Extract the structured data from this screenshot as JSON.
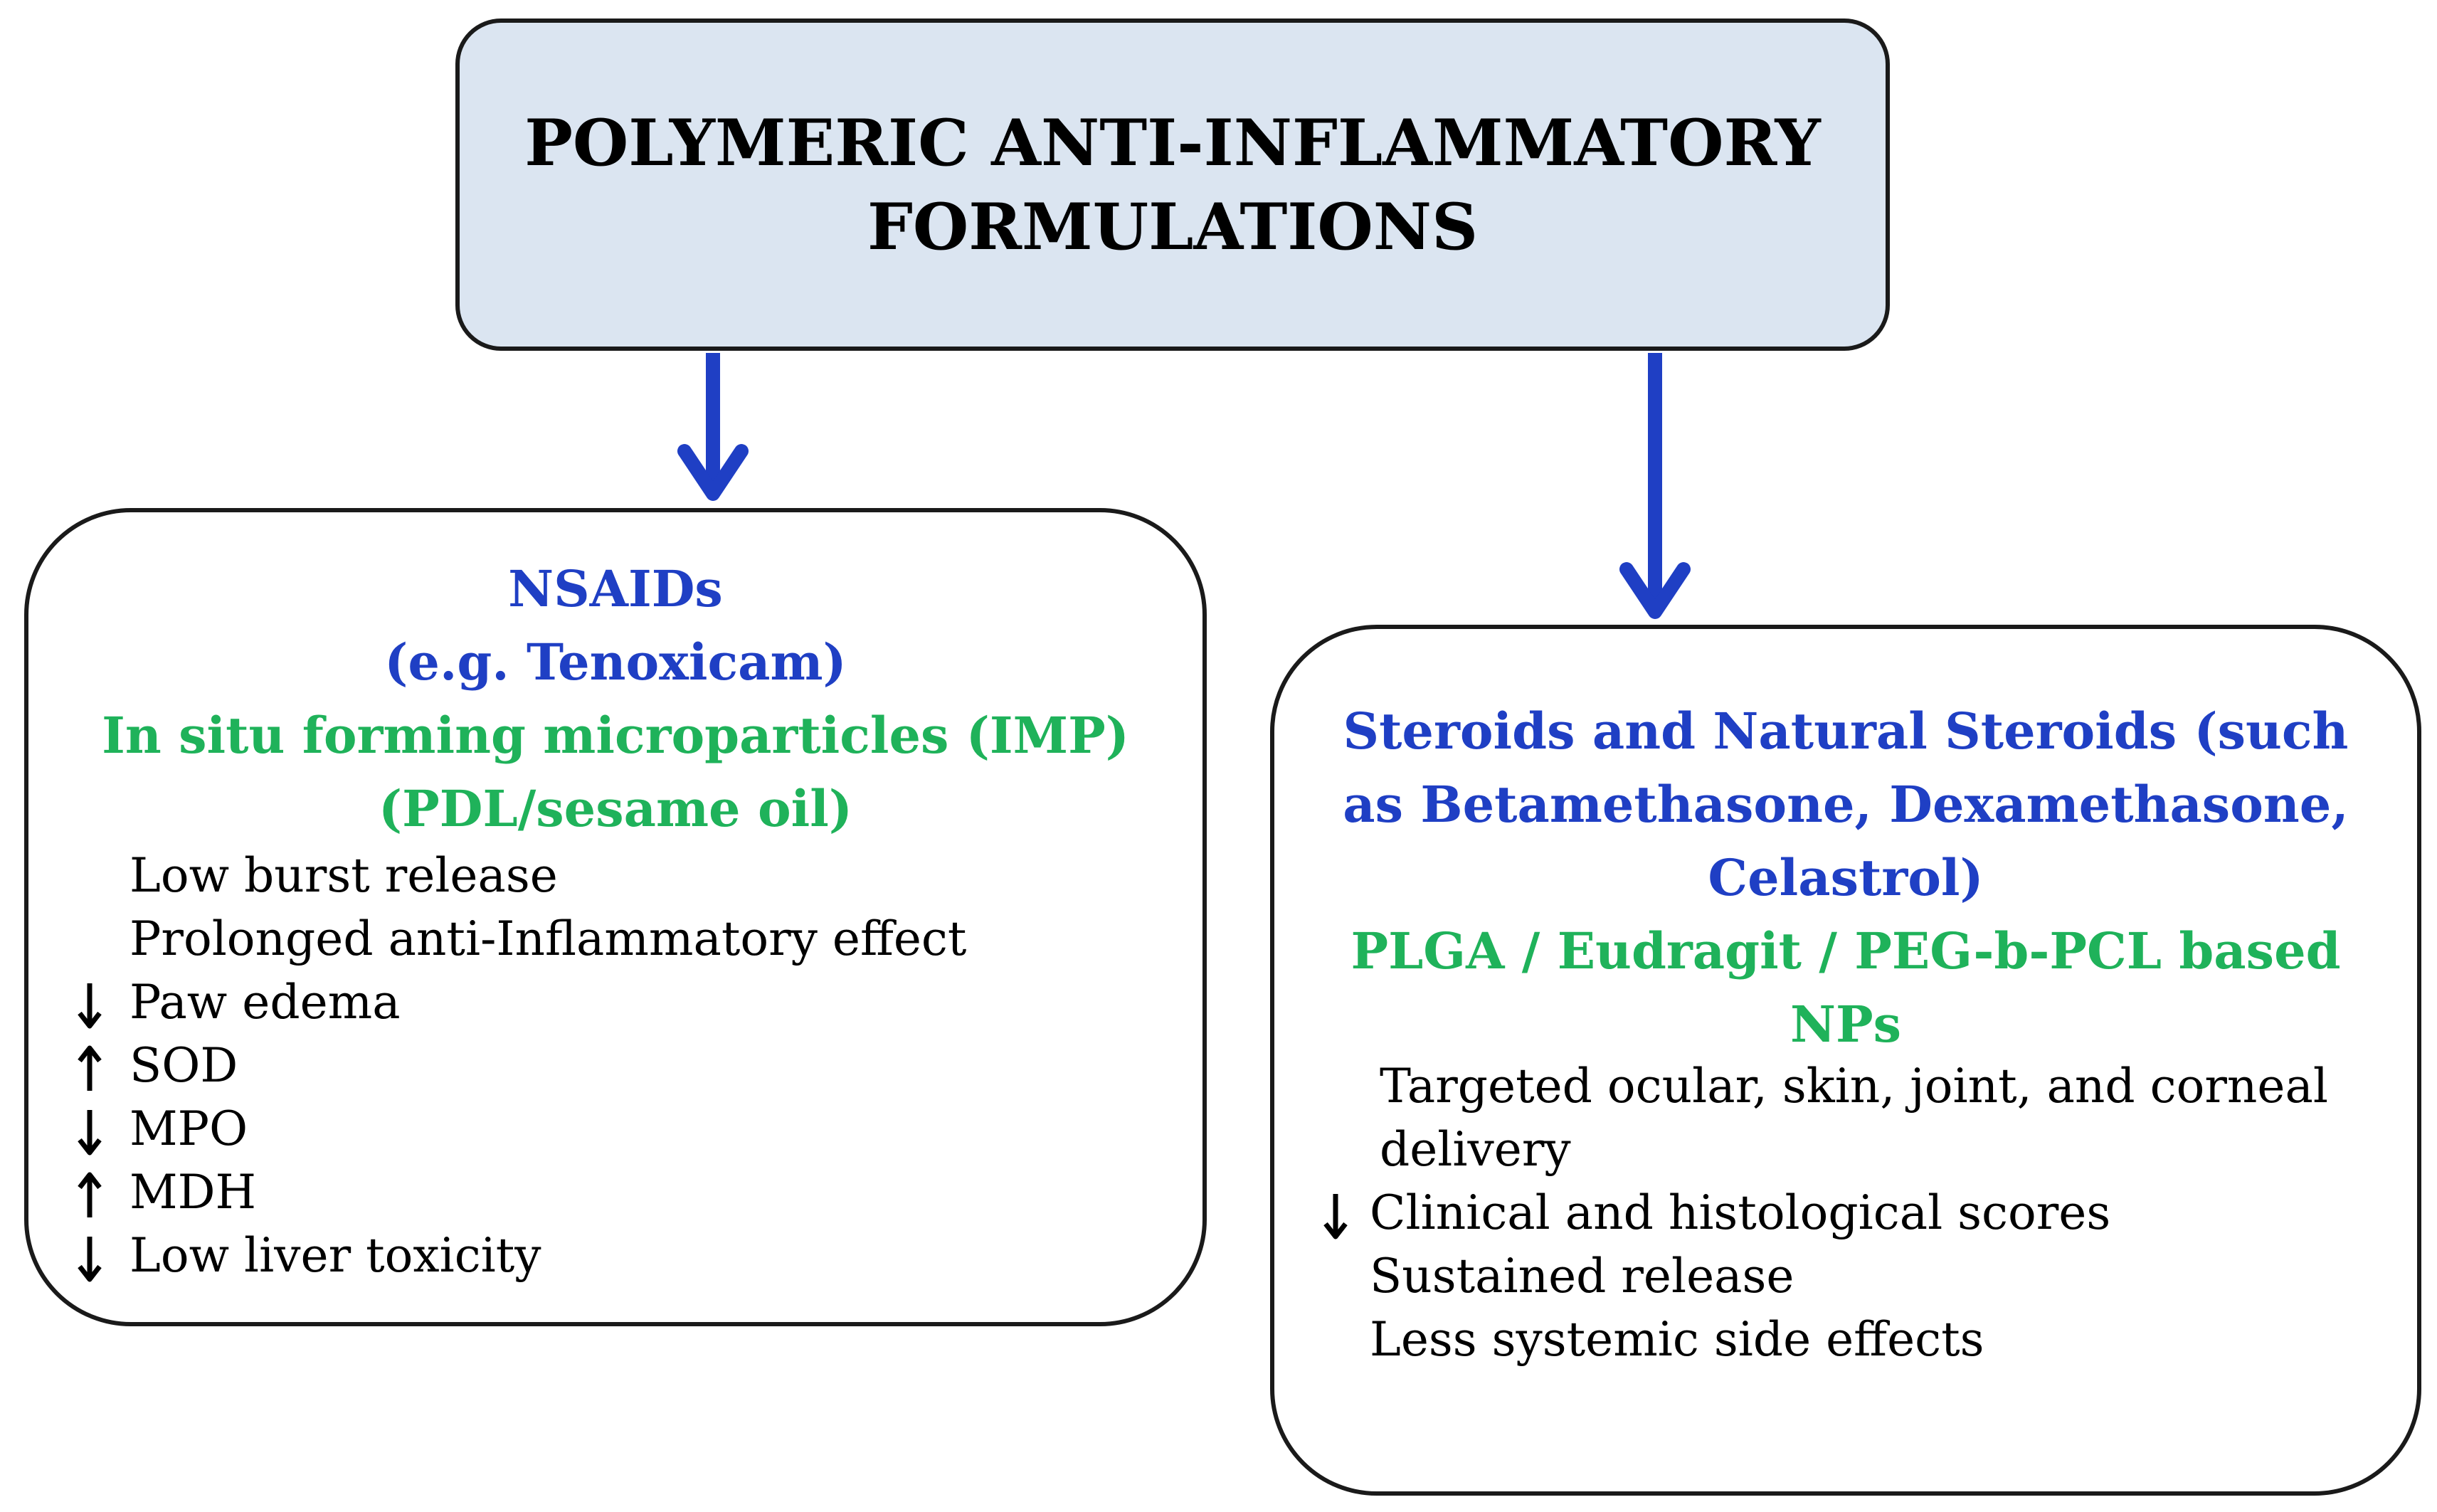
{
  "root": {
    "title_line1": "POLYMERIC ANTI-INFLAMMATORY",
    "title_line2": "FORMULATIONS"
  },
  "colors": {
    "root_fill": "#dbe5f1",
    "arrow": "#1f3fc4",
    "heading_blue": "#1f3fc4",
    "heading_green": "#1fb25a",
    "border": "#1a1a1a"
  },
  "nsaids": {
    "heading_line1": "NSAIDs",
    "heading_line2": "(e.g. Tenoxicam)",
    "formulation_line1": "In situ forming microparticles (IMP)",
    "formulation_line2": "(PDL/sesame oil)",
    "items": [
      {
        "text": "Low burst release",
        "marker": "none"
      },
      {
        "text": "Prolonged anti-Inflammatory effect",
        "marker": "none"
      },
      {
        "text": "Paw edema",
        "marker": "down-arrow-icon"
      },
      {
        "text": "SOD",
        "marker": "up-arrow-icon"
      },
      {
        "text": "MPO",
        "marker": "down-arrow-icon"
      },
      {
        "text": "MDH",
        "marker": "up-arrow-icon"
      },
      {
        "text": "Low liver toxicity",
        "marker": "down-arrow-icon"
      }
    ]
  },
  "steroids": {
    "heading_line1": "Steroids and Natural Steroids (such",
    "heading_line2": "as Betamethasone, Dexamethasone,",
    "heading_line3": "Celastrol)",
    "formulation_line1": "PLGA / Eudragit / PEG-b-PCL based",
    "formulation_line2": "NPs",
    "items": [
      {
        "text": "Targeted ocular, skin, joint, and corneal",
        "marker": "none"
      },
      {
        "text": "delivery",
        "marker": "none"
      },
      {
        "text": "Clinical and histological scores",
        "marker": "down-arrow-icon"
      },
      {
        "text": "Sustained release",
        "marker": "none"
      },
      {
        "text": "Less systemic side effects",
        "marker": "none"
      }
    ]
  }
}
